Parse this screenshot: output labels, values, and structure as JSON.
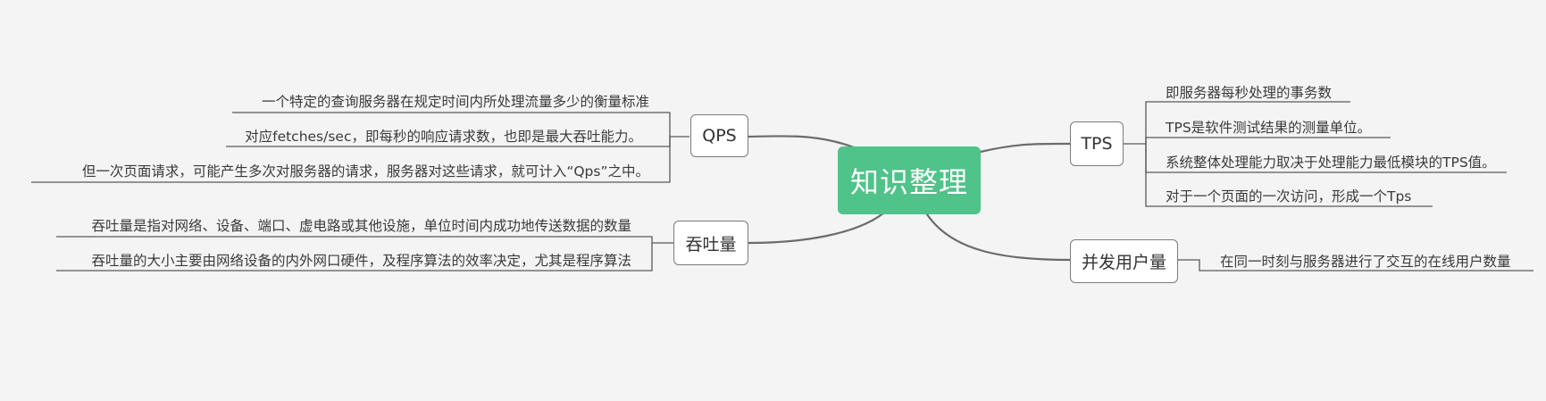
{
  "root": {
    "label": "知识整理"
  },
  "branches": {
    "qps": {
      "label": "QPS",
      "leaves": [
        "一个特定的查询服务器在规定时间内所处理流量多少的衡量标准",
        "对应fetches/sec，即每秒的响应请求数，也即是最大吞吐能力。",
        "但一次页面请求，可能产生多次对服务器的请求，服务器对这些请求，就可计入“Qps”之中。"
      ]
    },
    "throughput": {
      "label": "吞吐量",
      "leaves": [
        "吞吐量是指对网络、设备、端口、虚电路或其他设施，单位时间内成功地传送数据的数量",
        "吞吐量的大小主要由网络设备的内外网口硬件，及程序算法的效率决定，尤其是程序算法"
      ]
    },
    "tps": {
      "label": "TPS",
      "leaves": [
        "即服务器每秒处理的事务数",
        "TPS是软件测试结果的测量单位。",
        "系统整体处理能力取决于处理能力最低模块的TPS值。",
        "对于一个页面的一次访问，形成一个Tps"
      ]
    },
    "concurrent": {
      "label": "并发用户量",
      "leaves": [
        "在同一时刻与服务器进行了交互的在线用户数量"
      ]
    }
  },
  "colors": {
    "root_bg": "#4fc389",
    "root_text": "#ffffff",
    "node_border": "#7a7a7a",
    "connector": "#6b6b6b",
    "background": "#f4f4f4"
  }
}
